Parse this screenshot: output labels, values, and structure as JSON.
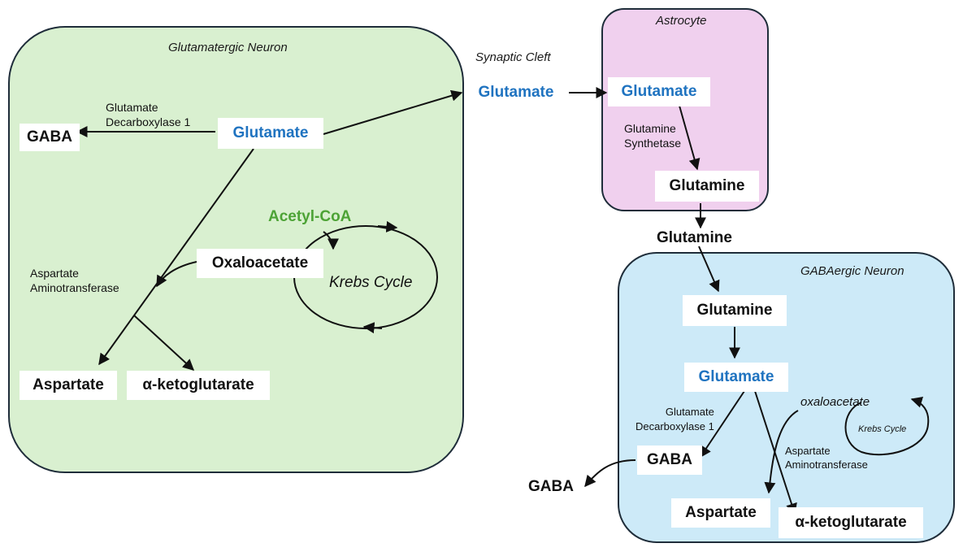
{
  "neuron": {
    "title": "Glutamatergic Neuron",
    "gaba": "GABA",
    "glutamate": "Glutamate",
    "gad_line1": "Glutamate",
    "gad_line2": "Decarboxylase 1",
    "acetyl_coa": "Acetyl-CoA",
    "oxaloacetate": "Oxaloacetate",
    "krebs": "Krebs Cycle",
    "ast_line1": "Aspartate",
    "ast_line2": "Aminotransferase",
    "aspartate": "Aspartate",
    "akg": "α-ketoglutarate"
  },
  "cleft": {
    "title": "Synaptic Cleft",
    "glutamate": "Glutamate",
    "glutamine": "Glutamine"
  },
  "astrocyte": {
    "title": "Astrocyte",
    "glutamate": "Glutamate",
    "gs_line1": "Glutamine",
    "gs_line2": "Synthetase",
    "glutamine": "Glutamine"
  },
  "gaba_neuron": {
    "title": "GABAergic Neuron",
    "glutamine": "Glutamine",
    "glutamate": "Glutamate",
    "gad_line1": "Glutamate",
    "gad_line2": "Decarboxylase 1",
    "oxaloacetate": "oxaloacetate",
    "krebs": "Krebs Cycle",
    "ast_line1": "Aspartate",
    "ast_line2": "Aminotransferase",
    "gaba": "GABA",
    "gaba_out": "GABA",
    "aspartate": "Aspartate",
    "akg": "α-ketoglutarate"
  },
  "colors": {
    "glutamate_text": "#1f73c0",
    "acetyl_coa_text": "#4da336",
    "neuron_fill": "#d9f0d0",
    "astrocyte_fill": "#f0d0ee",
    "gaba_neuron_fill": "#cdeaf8"
  }
}
